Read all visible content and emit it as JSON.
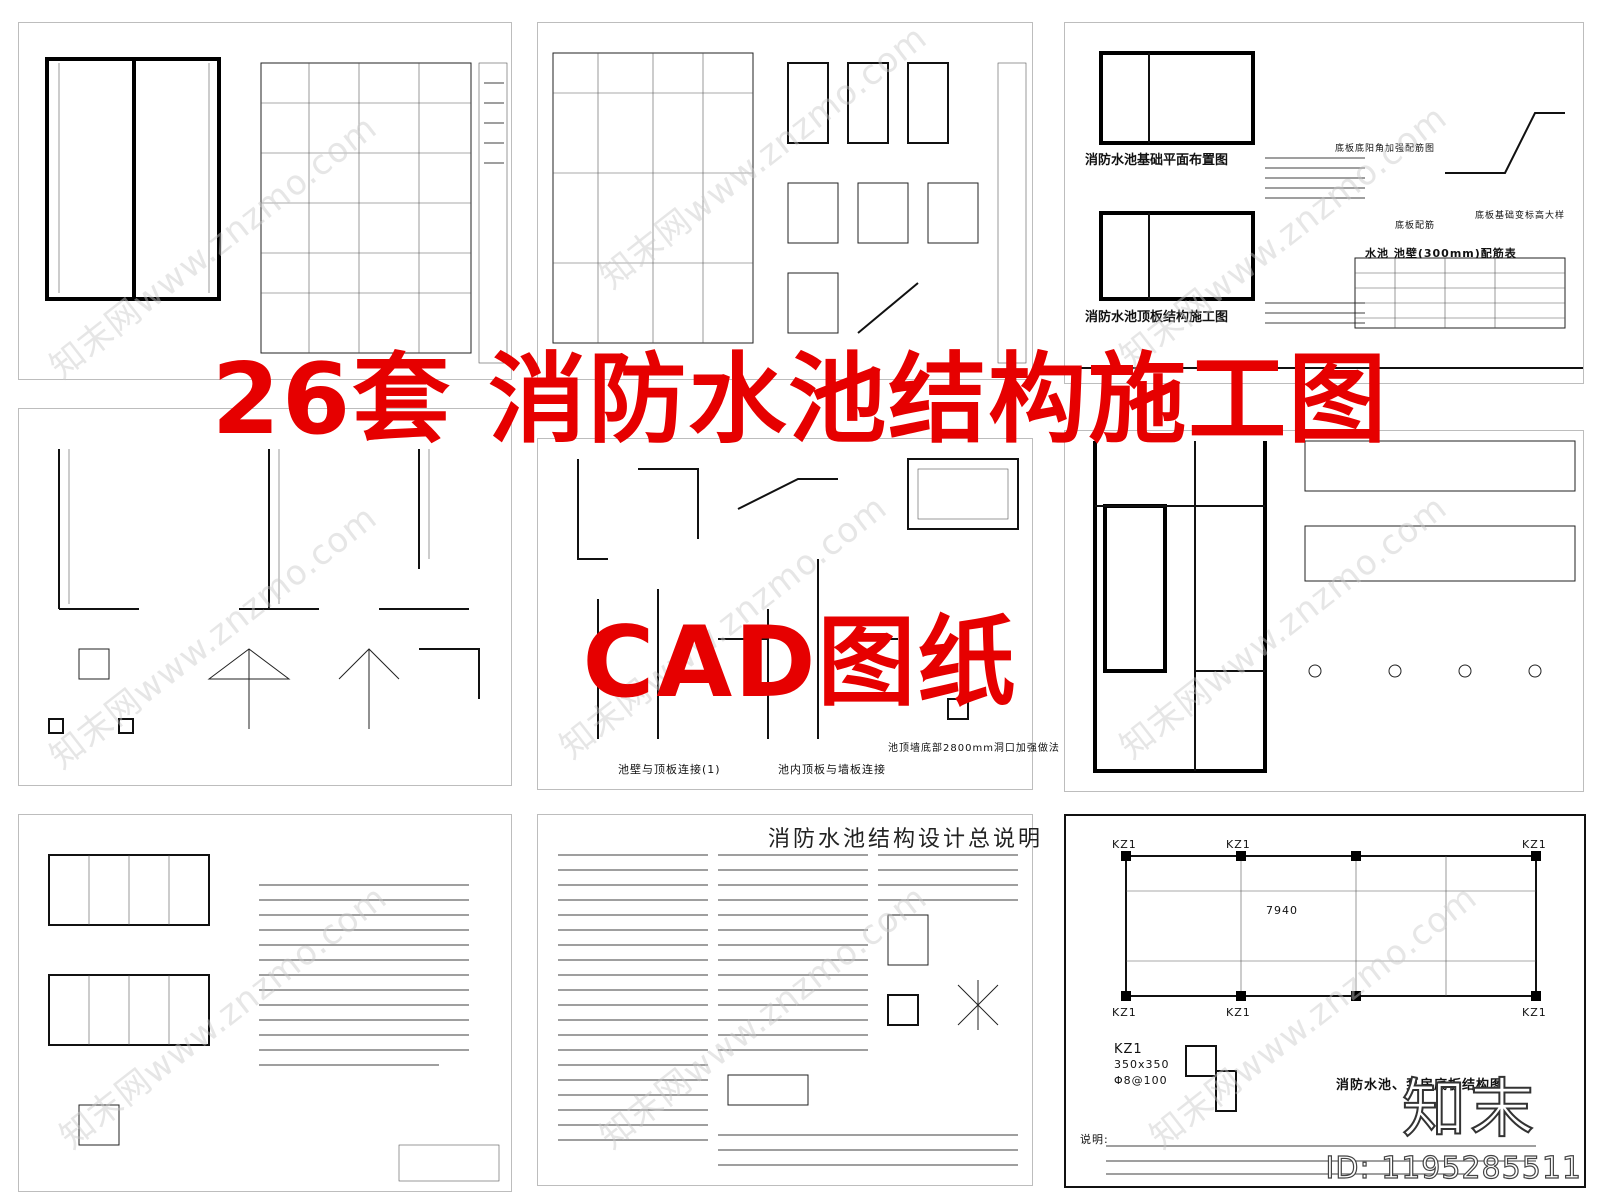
{
  "headline": {
    "line1": "26套 消防水池结构施工图",
    "line2": "CAD图纸"
  },
  "watermark": {
    "text": "知末网www.znzmo.com",
    "logo": "知末",
    "id": "ID: 1195285511"
  },
  "sheets": {
    "top_right": {
      "plan_title": "消防水池基础平面布置图",
      "roof_title": "消防水池顶板结构施工图",
      "table_title": "水池 池壁(300mm)配筋表",
      "detail_a": "底板底阳角加强配筋图",
      "detail_b": "底板配筋",
      "detail_c": "底板基础变标高大样"
    },
    "mid_center": {
      "label_a": "池壁与顶板连接(1)",
      "label_b": "池内顶板与墙板连接",
      "label_c": "池顶墙底部2800mm洞口加强做法"
    },
    "bottom_center": {
      "title": "消防水池结构设计总说明"
    },
    "bottom_right": {
      "kz_labels": [
        "KZ1",
        "KZ1",
        "KZ1",
        "KZ1",
        "KZ1",
        "KZ1",
        "KZ1"
      ],
      "kz_detail": "KZ1",
      "kz_size": "350x350",
      "rebar_a": "Φ8@100",
      "dim": "7940",
      "title": "消防水池、泵房底板结构图",
      "notes": "说明:"
    }
  },
  "colors": {
    "headline": "#e60000",
    "watermark": "#c8c8c8"
  },
  "icons": [
    "logo-mark"
  ]
}
